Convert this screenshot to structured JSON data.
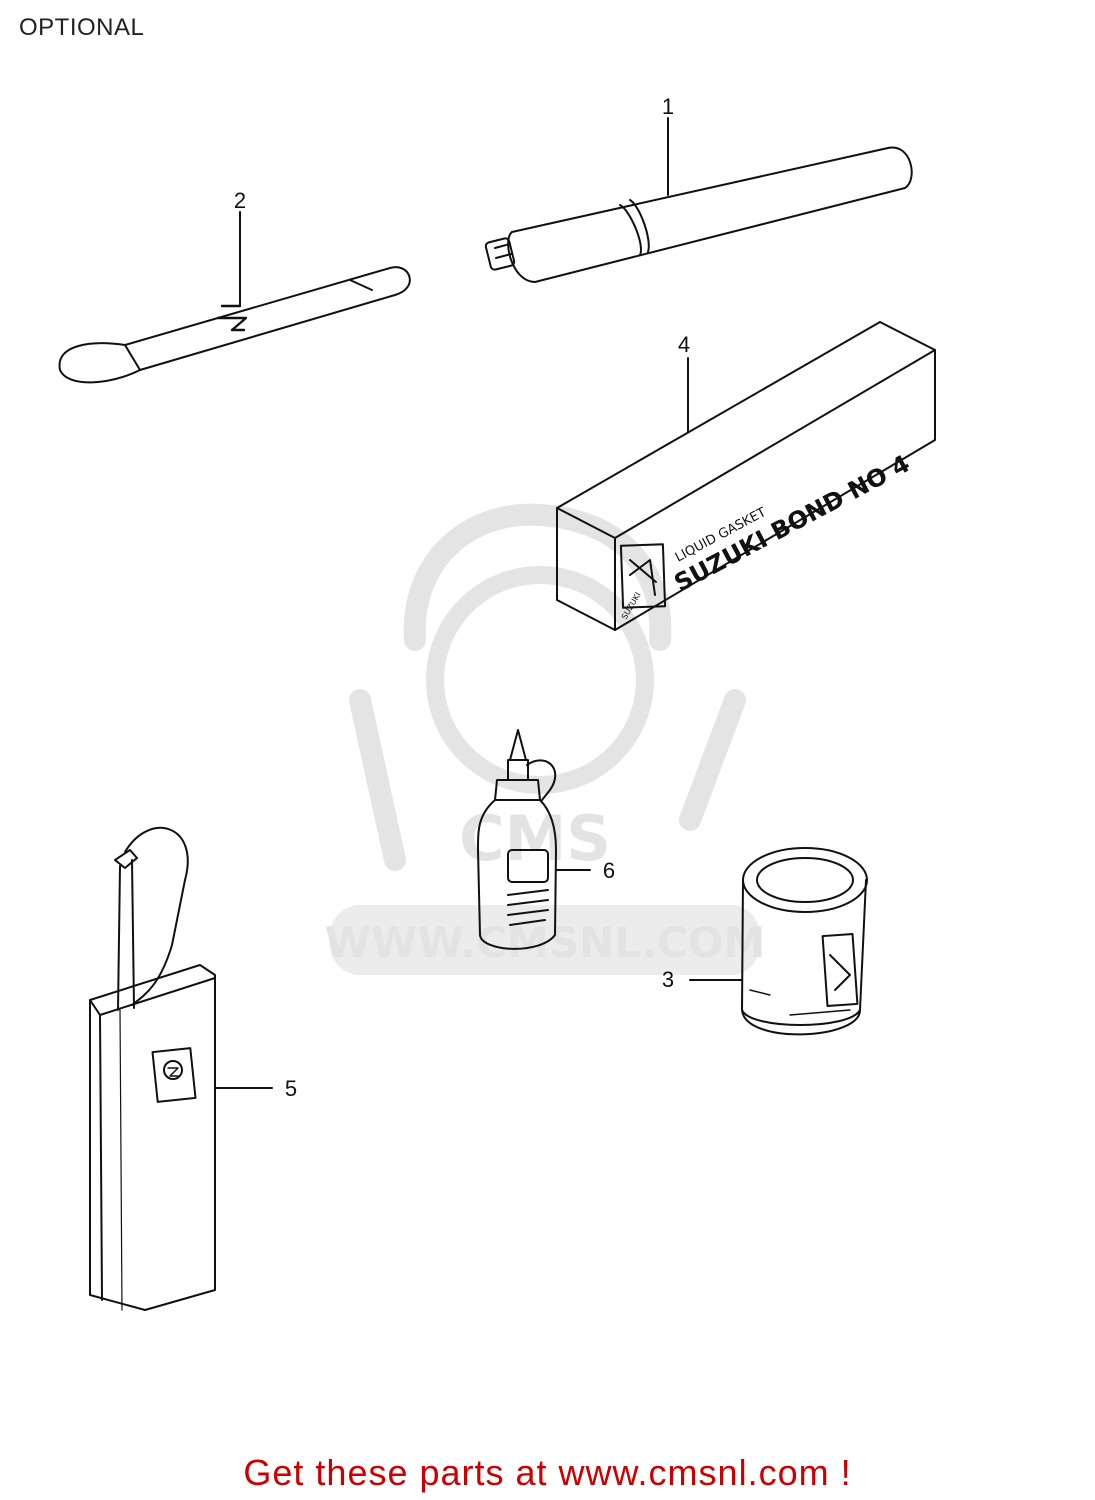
{
  "page": {
    "title": "OPTIONAL",
    "footer_link": "Get these parts at www.cmsnl.com !"
  },
  "watermark": {
    "text": "WWW.CMSNL.COM",
    "badge": "CMS",
    "color": "#e3e3e3"
  },
  "parts": [
    {
      "ref": "1",
      "icon": "tube-icon"
    },
    {
      "ref": "2",
      "icon": "spatula-icon"
    },
    {
      "ref": "3",
      "icon": "can-icon"
    },
    {
      "ref": "4",
      "icon": "box-icon"
    },
    {
      "ref": "5",
      "icon": "oil-can-icon"
    },
    {
      "ref": "6",
      "icon": "bottle-icon"
    }
  ],
  "box_labels": {
    "line1": "LIQUID GASKET",
    "line2": "SUZUKI BOND NO 4",
    "brand": "SUZUKI"
  },
  "colors": {
    "line": "#111111",
    "footer": "#cc0000"
  }
}
